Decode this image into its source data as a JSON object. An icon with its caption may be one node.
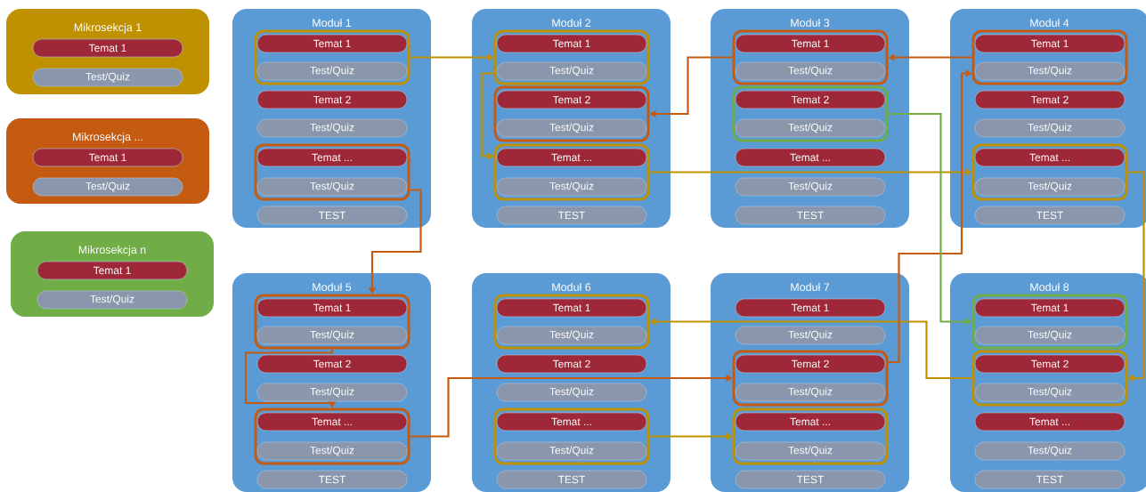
{
  "diagram": {
    "nodes": [
      {
        "text": [
          "Mikrosekcja 1"
        ]
      },
      {
        "text": [
          "Temat 1"
        ],
        "in": 0
      },
      {
        "text": [
          "Test/Quiz"
        ],
        "in": 0
      },
      {
        "text": [
          "Mikrosekcja ..."
        ]
      },
      {
        "text": [
          "Temat 1"
        ],
        "in": 3
      },
      {
        "text": [
          "Test/Quiz"
        ],
        "in": 3
      },
      {
        "text": [
          "Mikrosekcja n"
        ]
      },
      {
        "text": [
          "Temat 1"
        ],
        "in": 6
      },
      {
        "text": [
          "Test/Quiz"
        ],
        "in": 6
      },
      {
        "text": [
          "Moduł 1"
        ]
      },
      {
        "text": [],
        "shape": "box",
        "in": 9
      },
      {
        "text": [
          "Temat 1"
        ],
        "in": 10
      },
      {
        "text": [
          "Test/Quiz"
        ],
        "in": 10
      },
      {
        "text": [
          "Temat 2"
        ],
        "in": 9
      },
      {
        "text": [
          "Test/Quiz"
        ],
        "in": 9
      },
      {
        "text": [],
        "shape": "box",
        "in": 9
      },
      {
        "text": [
          "Temat ..."
        ],
        "in": 15
      },
      {
        "text": [
          "Test/Quiz"
        ],
        "in": 15
      },
      {
        "text": [
          "TEST"
        ],
        "in": 9
      },
      {
        "text": [
          "Moduł 2"
        ]
      },
      {
        "text": [],
        "shape": "box",
        "in": 19
      },
      {
        "text": [
          "Temat 1"
        ],
        "in": 20
      },
      {
        "text": [
          "Test/Quiz"
        ],
        "in": 20
      },
      {
        "text": [],
        "shape": "box",
        "in": 19
      },
      {
        "text": [
          "Temat 2"
        ],
        "in": 23
      },
      {
        "text": [
          "Test/Quiz"
        ],
        "in": 23
      },
      {
        "text": [],
        "shape": "box",
        "in": 19
      },
      {
        "text": [
          "Temat ..."
        ],
        "in": 26
      },
      {
        "text": [
          "Test/Quiz"
        ],
        "in": 26
      },
      {
        "text": [
          "TEST"
        ],
        "in": 19
      },
      {
        "text": [
          "Moduł 3"
        ]
      },
      {
        "text": [],
        "shape": "box",
        "in": 30
      },
      {
        "text": [
          "Temat 1"
        ],
        "in": 31
      },
      {
        "text": [
          "Test/Quiz"
        ],
        "in": 31
      },
      {
        "text": [],
        "shape": "box",
        "in": 30
      },
      {
        "text": [
          "Temat 2"
        ],
        "in": 34
      },
      {
        "text": [
          "Test/Quiz"
        ],
        "in": 34
      },
      {
        "text": [
          "Temat ..."
        ],
        "in": 30
      },
      {
        "text": [
          "Test/Quiz"
        ],
        "in": 30
      },
      {
        "text": [
          "TEST"
        ],
        "in": 30
      },
      {
        "text": [
          "Moduł 4"
        ]
      },
      {
        "text": [],
        "shape": "box",
        "in": 40
      },
      {
        "text": [
          "Temat 1"
        ],
        "in": 41
      },
      {
        "text": [
          "Test/Quiz"
        ],
        "in": 41
      },
      {
        "text": [
          "Temat 2"
        ],
        "in": 40
      },
      {
        "text": [
          "Test/Quiz"
        ],
        "in": 40
      },
      {
        "text": [],
        "shape": "box",
        "in": 40
      },
      {
        "text": [
          "Temat ..."
        ],
        "in": 46
      },
      {
        "text": [
          "Test/Quiz"
        ],
        "in": 46
      },
      {
        "text": [
          "TEST"
        ],
        "in": 40
      },
      {
        "text": [
          "Moduł 5"
        ]
      },
      {
        "text": [],
        "shape": "box",
        "in": 50
      },
      {
        "text": [
          "Temat 1"
        ],
        "in": 51
      },
      {
        "text": [
          "Test/Quiz"
        ],
        "in": 51
      },
      {
        "text": [
          "Temat 2"
        ],
        "in": 50
      },
      {
        "text": [
          "Test/Quiz"
        ],
        "in": 50
      },
      {
        "text": [],
        "shape": "box",
        "in": 50
      },
      {
        "text": [
          "Temat ..."
        ],
        "in": 56
      },
      {
        "text": [
          "Test/Quiz"
        ],
        "in": 56
      },
      {
        "text": [
          "TEST"
        ],
        "in": 50
      },
      {
        "text": [
          "Moduł 6"
        ]
      },
      {
        "text": [],
        "shape": "box",
        "in": 60
      },
      {
        "text": [
          "Temat 1"
        ],
        "in": 61
      },
      {
        "text": [
          "Test/Quiz"
        ],
        "in": 61
      },
      {
        "text": [
          "Temat 2"
        ],
        "in": 60
      },
      {
        "text": [
          "Test/Quiz"
        ],
        "in": 60
      },
      {
        "text": [],
        "shape": "box",
        "in": 60
      },
      {
        "text": [
          "Temat ..."
        ],
        "in": 66
      },
      {
        "text": [
          "Test/Quiz"
        ],
        "in": 66
      },
      {
        "text": [
          "TEST"
        ],
        "in": 60
      },
      {
        "text": [
          "Moduł 7"
        ]
      },
      {
        "text": [
          "Temat 1"
        ],
        "in": 70
      },
      {
        "text": [
          "Test/Quiz"
        ],
        "in": 70
      },
      {
        "text": [],
        "shape": "box",
        "in": 70
      },
      {
        "text": [
          "Temat 2"
        ],
        "in": 73
      },
      {
        "text": [
          "Test/Quiz"
        ],
        "in": 73
      },
      {
        "text": [],
        "shape": "box",
        "in": 70
      },
      {
        "text": [
          "Temat ..."
        ],
        "in": 76
      },
      {
        "text": [
          "Test/Quiz"
        ],
        "in": 76
      },
      {
        "text": [
          "TEST"
        ],
        "in": 70
      },
      {
        "text": [
          "Moduł 8"
        ]
      },
      {
        "text": [],
        "shape": "box",
        "in": 80
      },
      {
        "text": [
          "Temat 1"
        ],
        "in": 81
      },
      {
        "text": [
          "Test/Quiz"
        ],
        "in": 81
      },
      {
        "text": [],
        "shape": "box",
        "in": 80
      },
      {
        "text": [
          "Temat 2"
        ],
        "in": 84
      },
      {
        "text": [
          "Test/Quiz"
        ],
        "in": 84
      },
      {
        "text": [
          "Temat ..."
        ],
        "in": 80
      },
      {
        "text": [
          "Test/Quiz"
        ],
        "in": 80
      },
      {
        "text": [
          "TEST"
        ],
        "in": 80
      }
    ],
    "edges": [
      {
        "from": 10,
        "to": 20,
        "arrow": "to",
        "color": "#bf9000"
      },
      {
        "from": 20,
        "to": 26,
        "arrow": "to",
        "color": "#bf9000"
      },
      {
        "from": 26,
        "to": 46,
        "arrow": "to",
        "color": "#bf9000"
      },
      {
        "from": 46,
        "to": 84,
        "arrow": "to",
        "color": "#bf9000"
      },
      {
        "from": 84,
        "to": 61,
        "arrow": "to",
        "color": "#bf9000"
      },
      {
        "from": 66,
        "to": 76,
        "arrow": "to",
        "color": "#bf9000"
      },
      {
        "from": 41,
        "to": 31,
        "arrow": "to",
        "color": "#c55a11"
      },
      {
        "from": 31,
        "to": 23,
        "arrow": "to",
        "color": "#c55a11"
      },
      {
        "from": 15,
        "to": 51,
        "arrow": "to",
        "color": "#c55a11"
      },
      {
        "from": 51,
        "to": 56,
        "arrow": "to",
        "color": "#c55a11"
      },
      {
        "from": 56,
        "to": 73,
        "arrow": "to",
        "color": "#c55a11"
      },
      {
        "from": 73,
        "to": 41,
        "arrow": "to",
        "color": "#c55a11"
      },
      {
        "from": 34,
        "to": 81,
        "arrow": "to",
        "color": "#70ad47"
      }
    ]
  }
}
